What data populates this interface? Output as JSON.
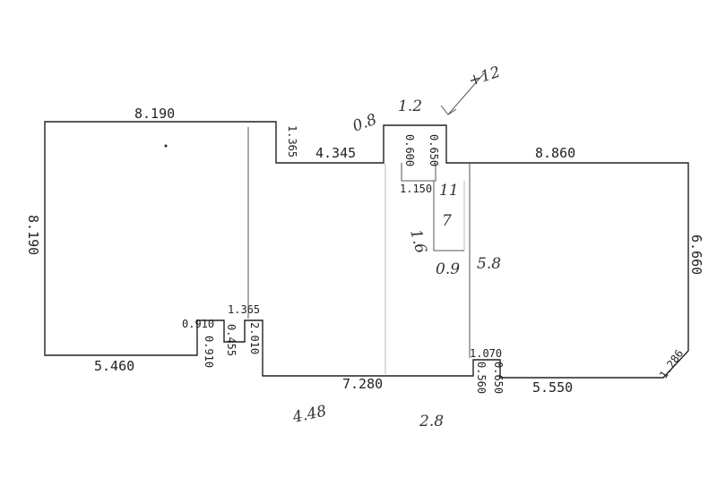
{
  "dimensions": {
    "left_top": "8.190",
    "left_side": "8.190",
    "left_bottom": "5.460",
    "step_a": "1.365",
    "step_b": "1.365",
    "mid_top": "4.345",
    "right_top": "8.860",
    "right_side": "6.660",
    "right_bottom": "5.550",
    "corner": "1.286",
    "mid_bottom": "7.280",
    "notch_w": "0.910",
    "notch_h": "0.910",
    "small_455": "0.455",
    "small_2010": "2.010",
    "box_600": "0.600",
    "box_650": "0.650",
    "box_1150": "1.150",
    "bottom_1070": "1.070",
    "bottom_560": "0.560",
    "bottom_650": "0.650"
  },
  "handwritten": {
    "h08": "0.8",
    "h12": "1.2",
    "h12b": "+12",
    "h11": "11",
    "h7": "7",
    "h16": "1.6",
    "h09": "0.9",
    "h58": "5.8",
    "h448": "4.48",
    "h28": "2.8"
  }
}
